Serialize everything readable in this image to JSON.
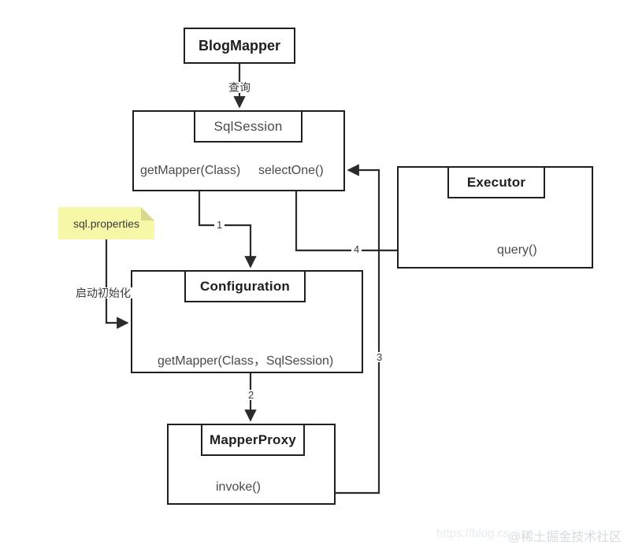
{
  "diagram": {
    "type": "sequence-collaboration",
    "nodes": {
      "blog_mapper": {
        "title": "BlogMapper"
      },
      "sql_session": {
        "title": "SqlSession",
        "members": [
          "getMapper(Class)",
          "selectOne()"
        ]
      },
      "configuration": {
        "title": "Configuration",
        "members": [
          "getMapper(Class，SqlSession)"
        ]
      },
      "mapper_proxy": {
        "title": "MapperProxy",
        "members": [
          "invoke()"
        ]
      },
      "executor": {
        "title": "Executor",
        "members": [
          "query()"
        ]
      },
      "note": {
        "text": "sql.properties"
      }
    },
    "edges": [
      {
        "id": "query",
        "label": "查询",
        "from": "blog_mapper",
        "to": "sql_session"
      },
      {
        "id": "e1",
        "label": "1",
        "from": "sql_session",
        "to": "configuration"
      },
      {
        "id": "e2",
        "label": "2",
        "from": "configuration",
        "to": "mapper_proxy"
      },
      {
        "id": "e3",
        "label": "3",
        "from": "mapper_proxy",
        "to": "sql_session"
      },
      {
        "id": "e4",
        "label": "4",
        "from": "sql_session",
        "to": "executor"
      },
      {
        "id": "init",
        "label": "启动初始化",
        "from": "note",
        "to": "configuration"
      }
    ],
    "colors": {
      "stroke": "#1f1f1f",
      "wire": "#3c3c3c",
      "text": "#4a4a4a",
      "note_fill": "#f7f7a8",
      "note_fold": "#d8d88f",
      "background": "#ffffff"
    }
  },
  "watermark": {
    "url": "https://blog.cs",
    "handle": "@稀土掘金技术社区"
  }
}
